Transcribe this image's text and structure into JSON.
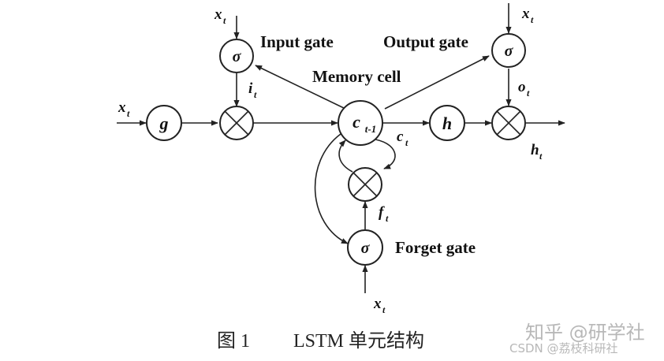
{
  "diagram": {
    "nodes": {
      "g": "g",
      "sigma_input": "σ",
      "memory_main": "c",
      "memory_sub": "t-1",
      "h": "h",
      "sigma_output": "σ",
      "sigma_forget": "σ"
    },
    "labels": {
      "input_gate": "Input gate",
      "output_gate": "Output gate",
      "memory_cell": "Memory cell",
      "forget_gate": "Forget gate"
    },
    "signals": {
      "x": "x",
      "x_sub": "t",
      "i": "i",
      "i_sub": "t",
      "o": "o",
      "o_sub": "t",
      "c": "c",
      "c_sub": "t",
      "f": "f",
      "f_sub": "t",
      "h": "h",
      "h_sub": "t"
    }
  },
  "caption": {
    "fig": "图 1",
    "title": "LSTM 单元结构"
  },
  "watermark": {
    "line1": "知乎 @研学社",
    "line2": "CSDN @荔枝科研社"
  }
}
